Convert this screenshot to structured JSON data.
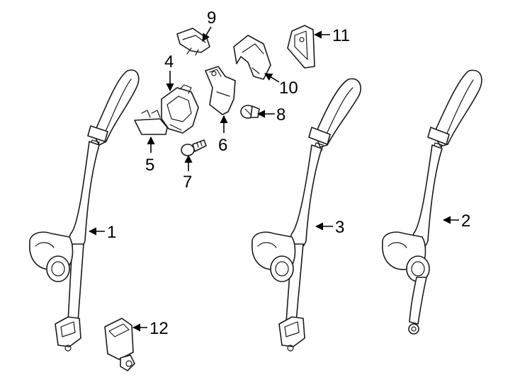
{
  "callouts": [
    {
      "id": "1",
      "label": "1"
    },
    {
      "id": "2",
      "label": "2"
    },
    {
      "id": "3",
      "label": "3"
    },
    {
      "id": "4",
      "label": "4"
    },
    {
      "id": "5",
      "label": "5"
    },
    {
      "id": "6",
      "label": "6"
    },
    {
      "id": "7",
      "label": "7"
    },
    {
      "id": "8",
      "label": "8"
    },
    {
      "id": "9",
      "label": "9"
    },
    {
      "id": "10",
      "label": "10"
    },
    {
      "id": "11",
      "label": "11"
    },
    {
      "id": "12",
      "label": "12"
    }
  ]
}
